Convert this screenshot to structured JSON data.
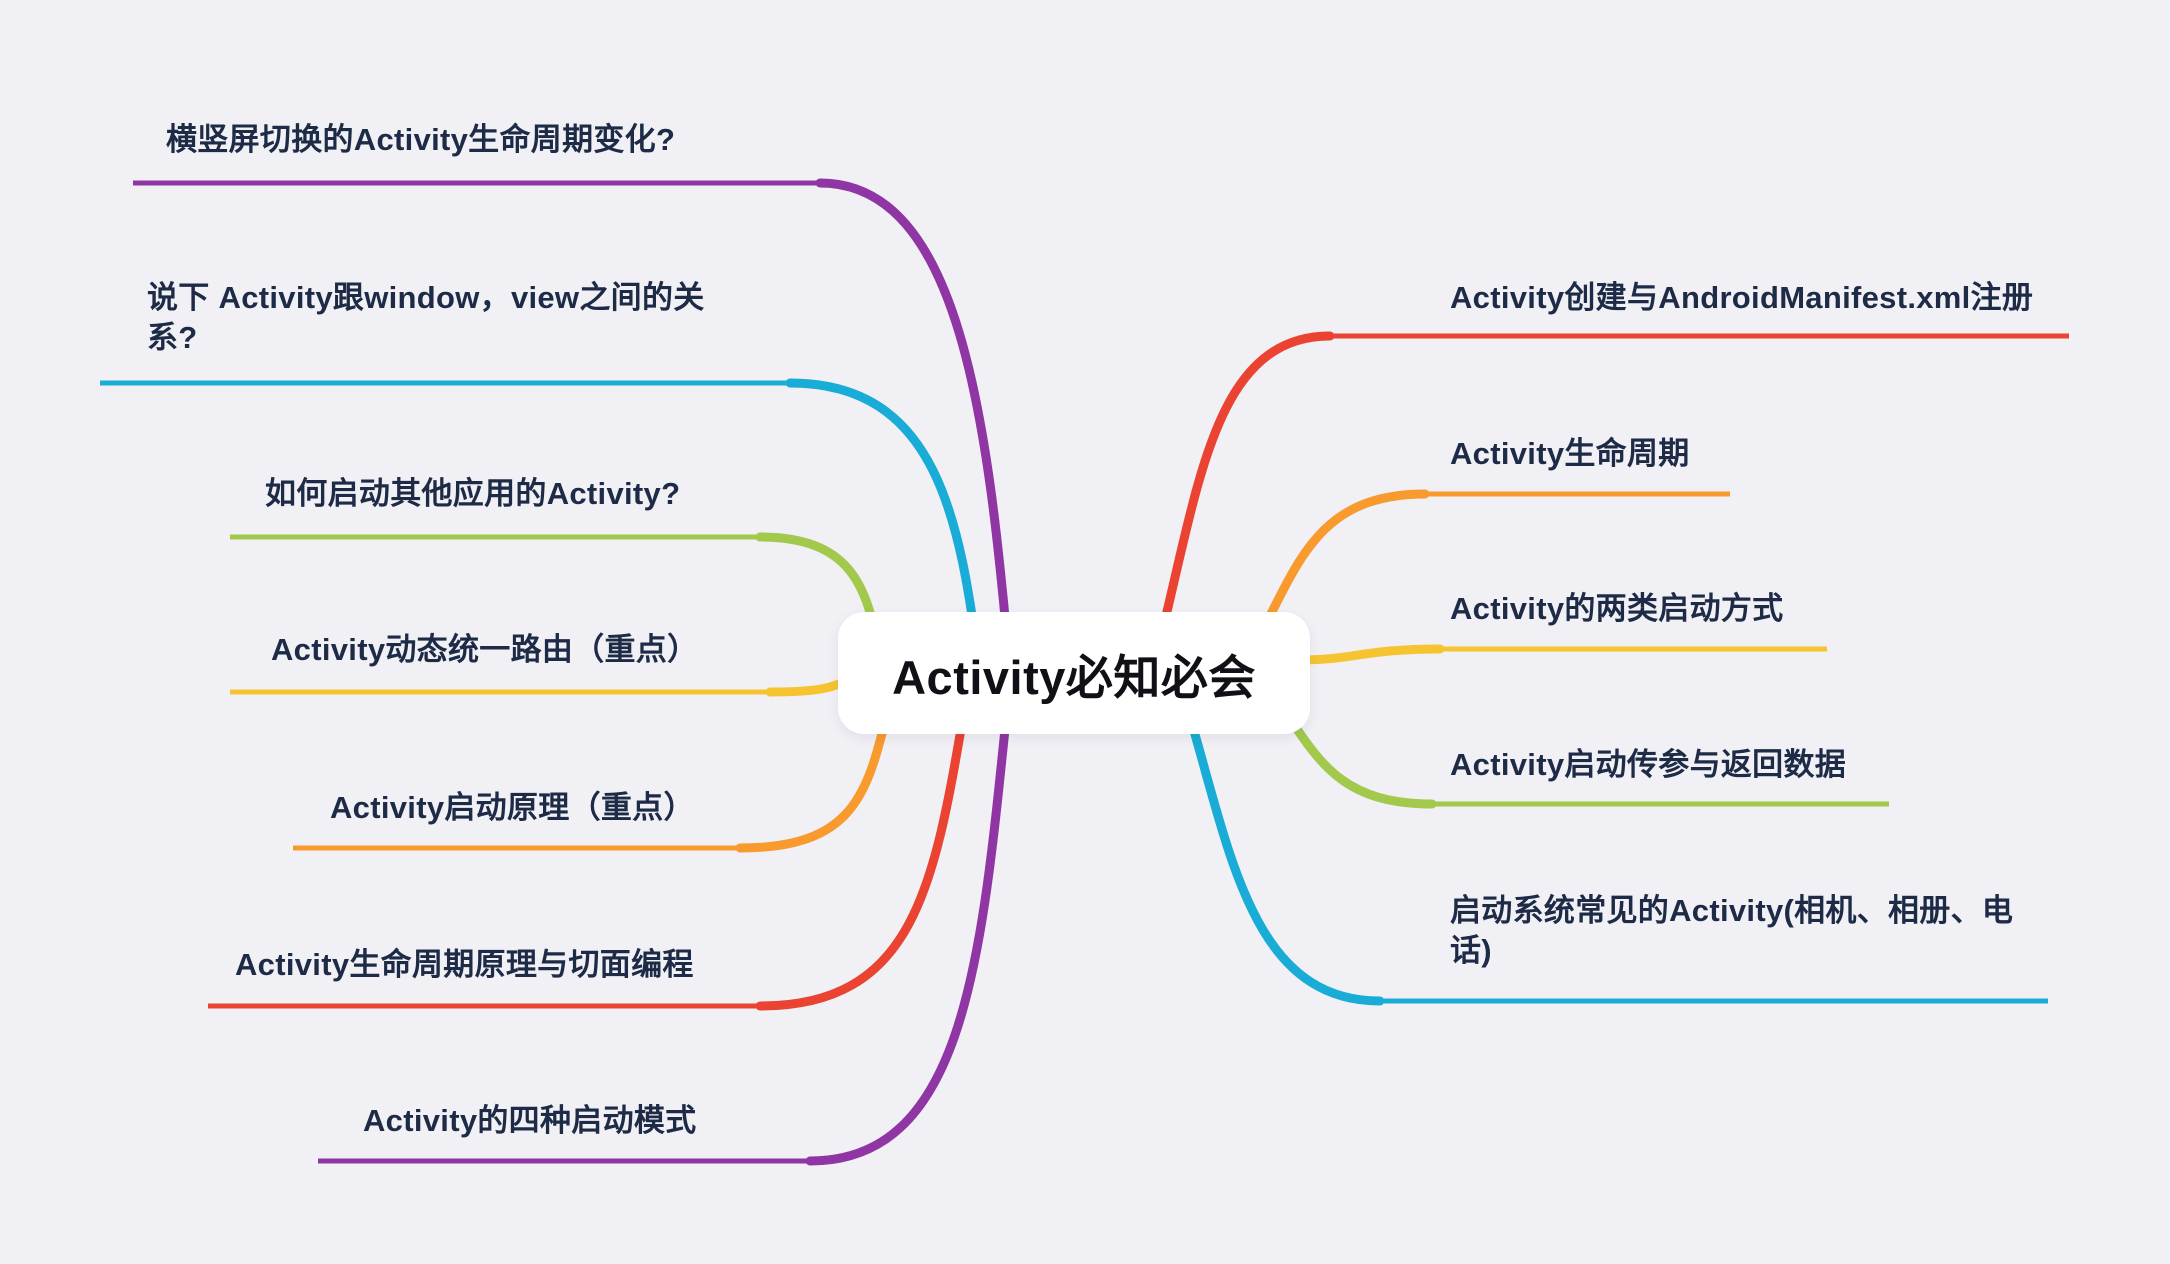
{
  "theme": {
    "background": "#f1f0f5",
    "label_color": "#1d2b47",
    "center_bg": "#ffffff",
    "center_text_color": "#101016"
  },
  "center": {
    "label": "Activity必知必会"
  },
  "branches": {
    "left": [
      {
        "label": "横竖屏切换的Activity生命周期变化?",
        "color": "#9036a4"
      },
      {
        "label": "说下 Activity跟window，view之间的关系?",
        "color": "#19acd6"
      },
      {
        "label": "如何启动其他应用的Activity?",
        "color": "#a2c84c"
      },
      {
        "label": "Activity动态统一路由（重点）",
        "color": "#f6c431"
      },
      {
        "label": "Activity启动原理（重点）",
        "color": "#f89a2d"
      },
      {
        "label": "Activity生命周期原理与切面编程",
        "color": "#ea4331"
      },
      {
        "label": "Activity的四种启动模式",
        "color": "#9036a4"
      }
    ],
    "right": [
      {
        "label": "Activity创建与AndroidManifest.xml注册",
        "color": "#ea4331"
      },
      {
        "label": "Activity生命周期",
        "color": "#f89a2d"
      },
      {
        "label": "Activity的两类启动方式",
        "color": "#f6c431"
      },
      {
        "label": "Activity启动传参与返回数据",
        "color": "#a2c84c"
      },
      {
        "label": "启动系统常见的Activity(相机、相册、电话)",
        "color": "#19acd6"
      }
    ]
  }
}
